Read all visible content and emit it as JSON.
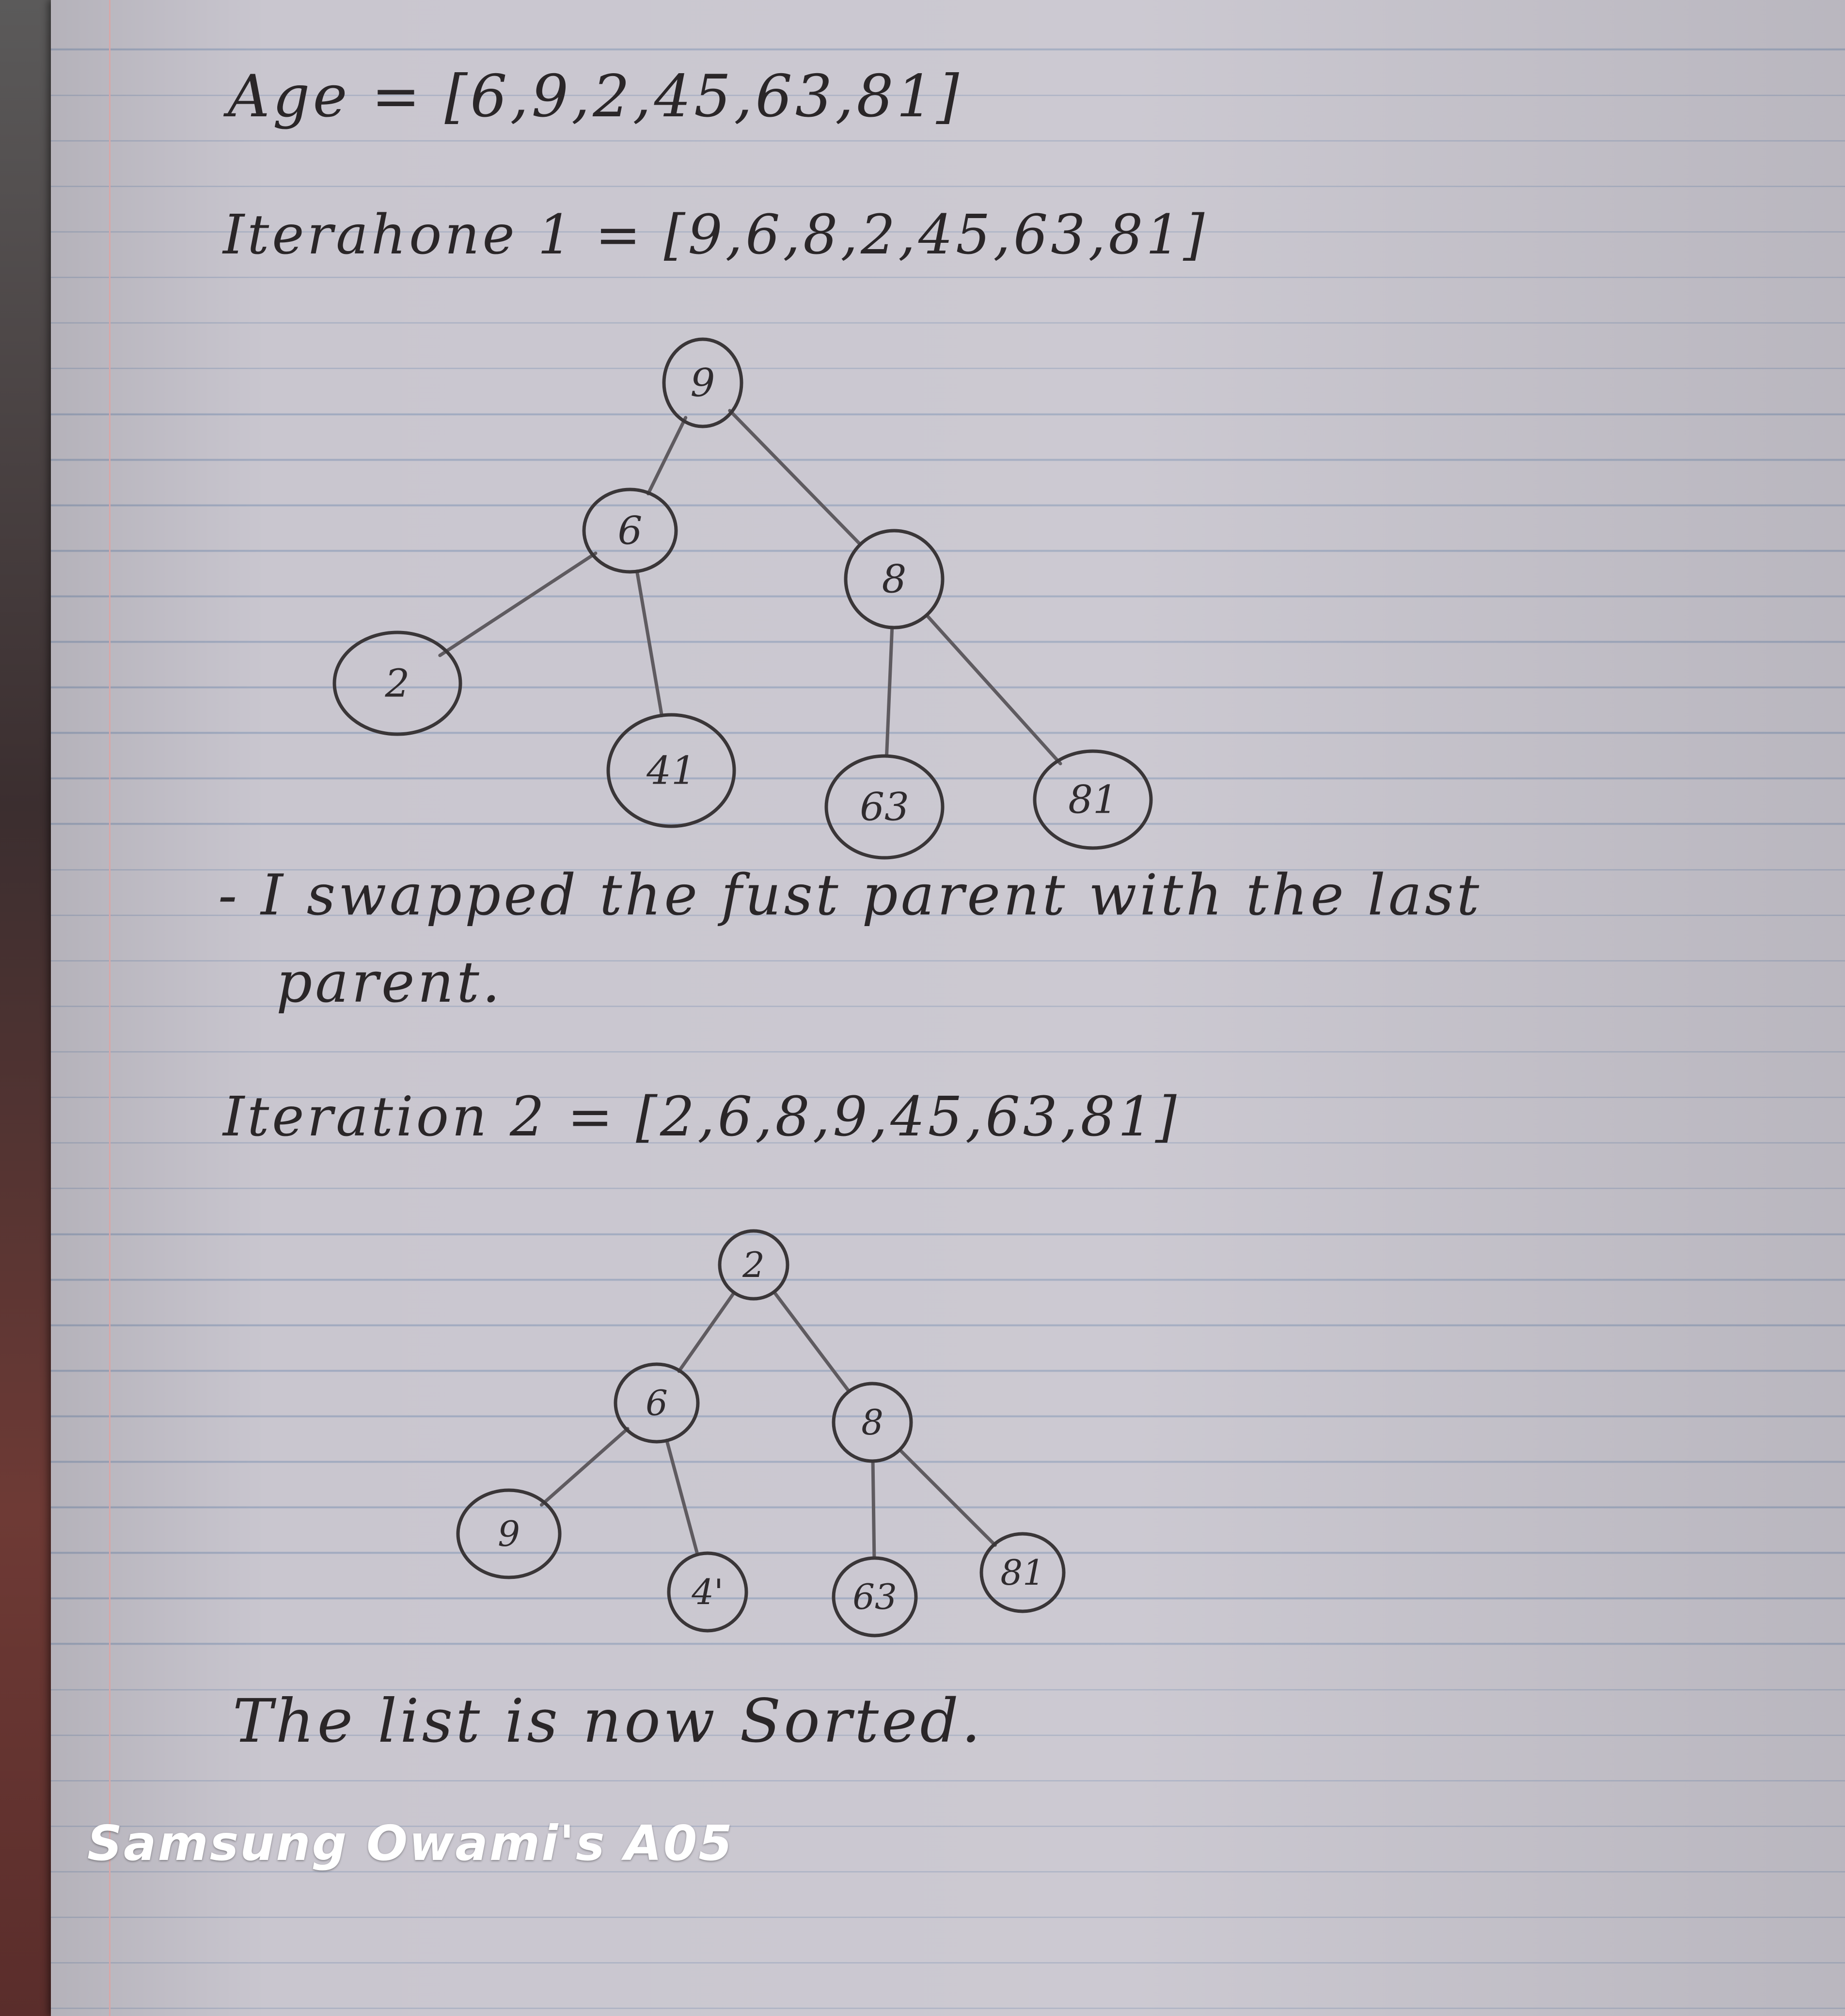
{
  "lines": {
    "age": "Age = [6,9,2,45,63,81]",
    "iteration1": "Iterahone 1 = [9,6,8,2,45,63,81]",
    "note_line1": "- I swapped the fust parent with the last",
    "note_line2": "parent.",
    "iteration2": "Iteration 2 = [2,6,8,9,45,63,81]",
    "conclusion": "The list is now Sorted."
  },
  "tree1": {
    "nodes": [
      {
        "id": "root",
        "label": "9"
      },
      {
        "id": "left",
        "label": "6"
      },
      {
        "id": "right",
        "label": "8"
      },
      {
        "id": "left-left",
        "label": "2"
      },
      {
        "id": "left-right",
        "label": "41"
      },
      {
        "id": "right-left",
        "label": "63"
      },
      {
        "id": "right-right",
        "label": "81"
      }
    ],
    "edges": [
      [
        "root",
        "left"
      ],
      [
        "root",
        "right"
      ],
      [
        "left",
        "left-left"
      ],
      [
        "left",
        "left-right"
      ],
      [
        "right",
        "right-left"
      ],
      [
        "right",
        "right-right"
      ]
    ]
  },
  "tree2": {
    "nodes": [
      {
        "id": "root",
        "label": "2"
      },
      {
        "id": "left",
        "label": "6"
      },
      {
        "id": "right",
        "label": "8"
      },
      {
        "id": "left-left",
        "label": "9"
      },
      {
        "id": "left-right",
        "label": "4'"
      },
      {
        "id": "right-left",
        "label": "63"
      },
      {
        "id": "right-right",
        "label": "81"
      }
    ],
    "edges": [
      [
        "root",
        "left"
      ],
      [
        "root",
        "right"
      ],
      [
        "left",
        "left-left"
      ],
      [
        "left",
        "left-right"
      ],
      [
        "right",
        "right-left"
      ],
      [
        "right",
        "right-right"
      ]
    ]
  },
  "watermark": "Samsung Owami's A05",
  "colors": {
    "ink": "#2a2628",
    "paper": "#c9c6cf",
    "rule": "#9fa9bf",
    "margin": "#d8a7a7"
  }
}
